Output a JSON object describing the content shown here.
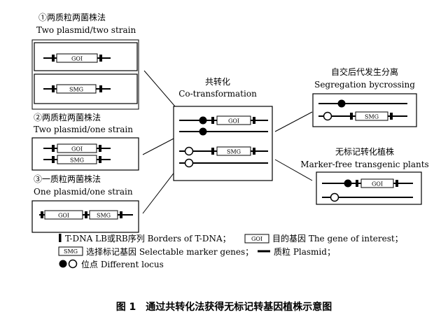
{
  "panels": {
    "p1_cn": "①两质粒两菌株法",
    "p1_en": "Two plasmid/two strain",
    "p2_cn": "②两质粒两菌株法",
    "p2_en": "Two plasmid/one strain",
    "p3_cn": "③一质粒两菌株法",
    "p3_en": "One plasmid/one strain",
    "co_cn": "共转化",
    "co_en": "Co-transformation",
    "seg_cn": "自交后代发生分离",
    "seg_en": "Segregation bycrossing",
    "mf_cn": "无标记转化植株",
    "mf_en": "Marker-free transgenic plants"
  },
  "genes": {
    "goi": "GOI",
    "smg": "SMG"
  },
  "legend": {
    "line1_a": "T-DNA LB或RB序列 Borders of T-DNA；",
    "line1_b": "目的基因 The gene of interest；",
    "line2_a": "选择标记基因 Selectable marker genes；",
    "line2_b": "质粒 Plasmid；",
    "line3": "位点 Different locus"
  },
  "caption": "图 1　通过共转化法获得无标记转基因植株示意图"
}
